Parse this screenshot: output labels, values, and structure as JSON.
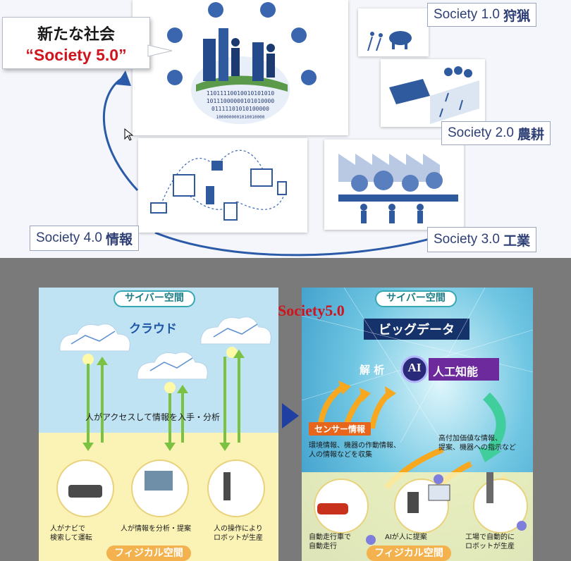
{
  "top": {
    "callout": {
      "line1": "新たな社会",
      "line2": "“Society 5.0”"
    },
    "stages": [
      {
        "name": "Society 1.0",
        "label": "狩猟"
      },
      {
        "name": "Society 2.0",
        "label": "農耕"
      },
      {
        "name": "Society 3.0",
        "label": "工業"
      },
      {
        "name": "Society 4.0",
        "label": "情報"
      }
    ],
    "binary": [
      "11011110010010101010",
      "10111000000101010000",
      "01111101010100000",
      "1000000001010010000"
    ]
  },
  "left_panel": {
    "top_pill": "サイバー空間",
    "cloud_label": "クラウド",
    "access_text": "人がアクセスして情報を入手・分析",
    "captions": [
      {
        "line1": "人がナビで",
        "line2": "検索して運転"
      },
      {
        "line1": "人が情報を分析・提案",
        "line2": ""
      },
      {
        "line1": "人の操作により",
        "line2": "ロボットが生産"
      }
    ],
    "bottom_pill": "フィジカル空間"
  },
  "right_panel": {
    "top_pill": "サイバー空間",
    "society_title": "Society5.0",
    "bigdata": "ビッグデータ",
    "analysis": "解 析",
    "ai_badge": "AI",
    "ai_label": "人工知能",
    "sensor_tag": "センサー情報",
    "sensor_lines": [
      "環境情報、機器の作動情報、",
      "人の情報などを収集"
    ],
    "value_lines": [
      "高付加価値な情報、",
      "提案、機器への指示など"
    ],
    "captions": [
      {
        "line1": "自動走行車で",
        "line2": "自動走行"
      },
      {
        "line1": "AIが人に提案",
        "line2": ""
      },
      {
        "line1": "工場で自動的に",
        "line2": "ロボットが生産"
      }
    ],
    "bottom_pill": "フィジカル空間"
  },
  "colors": {
    "navy": "#2e3f75",
    "red": "#d0141d",
    "teal": "#35a8b3",
    "orange": "#e8661c",
    "blue_arrow": "#1f3fa3"
  }
}
